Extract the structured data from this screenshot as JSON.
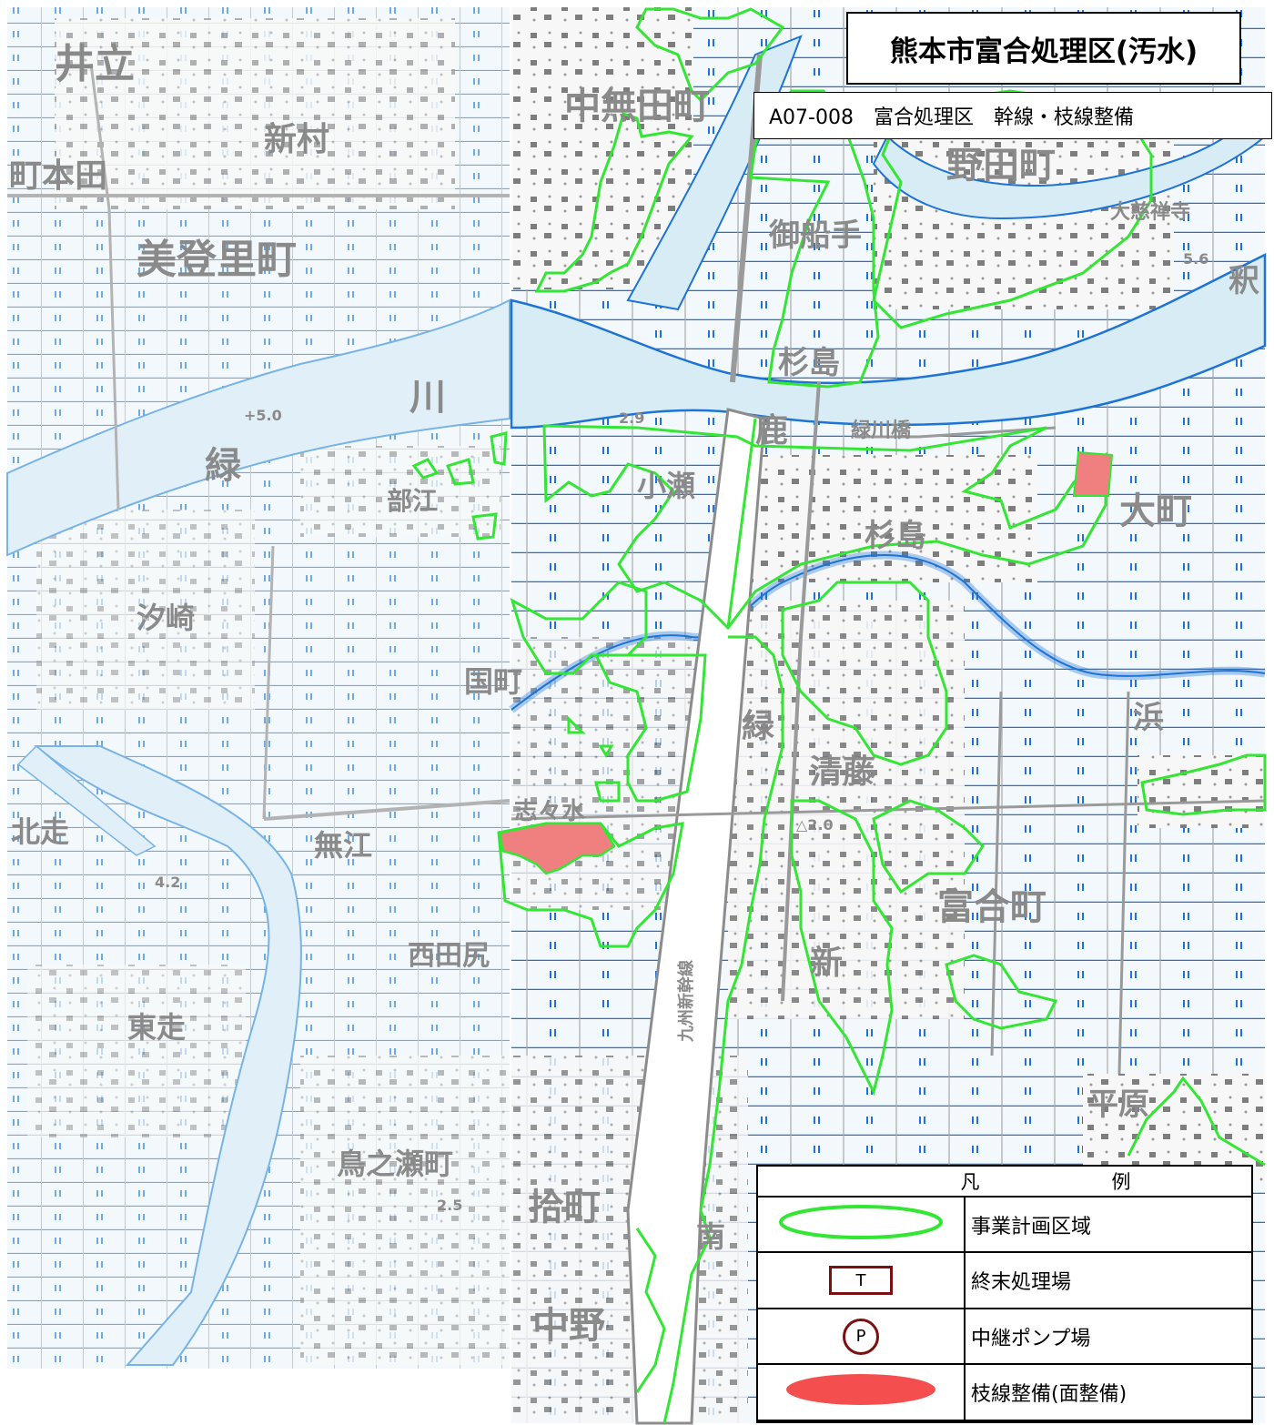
{
  "title": "熊本市富合処理区(汚水)",
  "subtitle": "A07-008　富合処理区　幹線・枝線整備",
  "legend": {
    "header_left": "凡",
    "header_right": "例",
    "items": [
      {
        "label": "事業計画区域",
        "symbol": "green-ellipse-icon"
      },
      {
        "label": "終末処理場",
        "symbol_text": "T"
      },
      {
        "label": "中継ポンプ場",
        "symbol_text": "P"
      },
      {
        "label": "枝線整備(面整備)",
        "symbol": "red-ellipse-icon"
      }
    ]
  },
  "map_labels": {
    "l1": "井立",
    "l2": "新村",
    "l3": "町本田",
    "l4": "美登里町",
    "l5": "川",
    "l6": "緑",
    "l7": "+5.0",
    "l8": "部江",
    "l9": "汐崎",
    "l10": "北走",
    "l11": "無江",
    "l12": "東走",
    "l13": "西田尻",
    "l14": "鳥之瀬町",
    "l15": "2.5",
    "l16": "中無田町",
    "l17": "御船手",
    "l18": "野田町",
    "l19": "杉島",
    "l20": "大慈禅寺",
    "l21": "鹿",
    "l22": "緑川橋",
    "l23": "小瀬",
    "l24": "杉島",
    "l25": "大町",
    "l26": "国町",
    "l27": "緑",
    "l28": "志々水",
    "l29": "清藤",
    "l30": "△2.0",
    "l31": "富合町",
    "l32": "新",
    "l33": "浜",
    "l34": "平原",
    "l35": "拾町",
    "l36": "中野",
    "l37": "南",
    "l38": "九州新幹線",
    "l39": "5.6",
    "l40": "釈",
    "l41": "2.9",
    "l42": "4.2"
  },
  "colors": {
    "plan_area_outline": "#33e633",
    "branch_area_fill": "#f08080",
    "plant_border": "#7a1010",
    "water": "#d8ecf6",
    "channel": "#2a88e0",
    "road": "#9a9a9a"
  }
}
